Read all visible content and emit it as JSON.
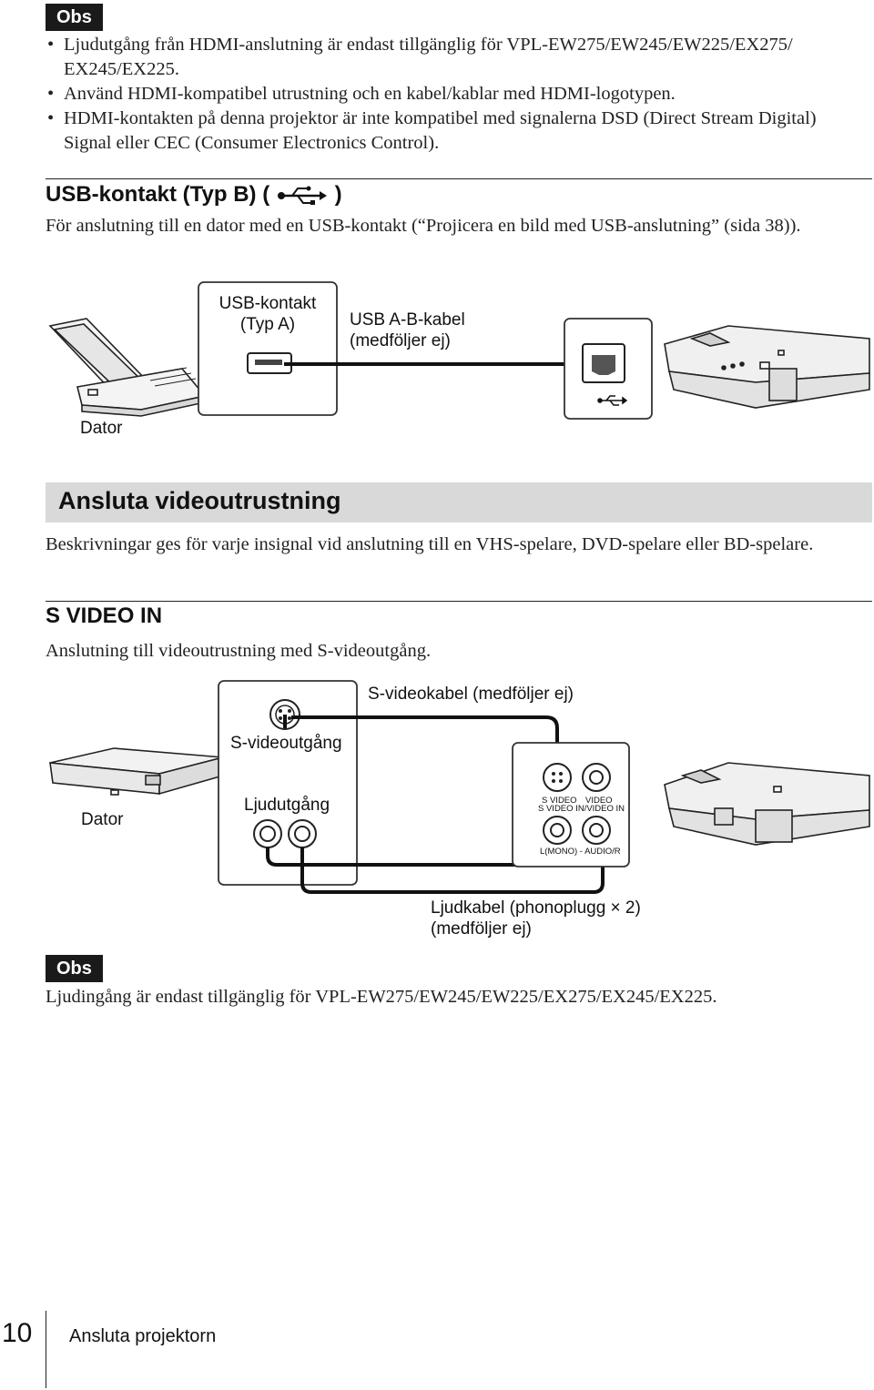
{
  "obs1": "Obs",
  "notes1": [
    "Ljudutgång från HDMI-anslutning är endast tillgänglig för VPL-EW275/EW245/EW225/EX275/ EX245/EX225.",
    "Använd HDMI-kompatibel utrustning och en kabel/kablar med HDMI-logotypen.",
    "HDMI-kontakten på denna projektor är inte kompatibel med signalerna DSD (Direct Stream Digital) Signal eller CEC (Consumer Electronics Control)."
  ],
  "usb_heading": {
    "prefix": "USB-kontakt (Typ B) (",
    "suffix": ")"
  },
  "usb_text": "För anslutning till en dator med en USB-kontakt (“Projicera en bild med USB-anslutning” (sida 38)).",
  "usb_diagram": {
    "connector_label_line1": "USB-kontakt",
    "connector_label_line2": "(Typ A)",
    "cable_label_line1": "USB A-B-kabel",
    "cable_label_line2": "(medföljer ej)",
    "computer_label": "Dator"
  },
  "section_title": "Ansluta videoutrustning",
  "section_text": "Beskrivningar ges för varje insignal vid anslutning till en VHS-spelare, DVD-spelare eller BD-spelare.",
  "svideo_heading": "S VIDEO IN",
  "svideo_text": "Anslutning till videoutrustning med S-videoutgång.",
  "svideo_diagram": {
    "cable_label": "S-videokabel (medföljer ej)",
    "svideo_out_label": "S-videoutgång",
    "audio_out_label": "Ljudutgång",
    "device_label": "Dator",
    "port_svideo": "S VIDEO",
    "port_video": "VIDEO",
    "port_svideo_in": "S VIDEO IN/VIDEO IN",
    "port_audio": "L(MONO) - AUDIO/R",
    "audio_cable_line1": "Ljudkabel (phonoplugg × 2)",
    "audio_cable_line2": "(medföljer ej)"
  },
  "obs2": "Obs",
  "note2": "Ljudingång är endast tillgänglig för VPL-EW275/EW245/EW225/EX275/EX245/EX225.",
  "footer": {
    "page_number": "10",
    "chapter": "Ansluta projektorn"
  },
  "icons": [
    "usb-icon"
  ]
}
